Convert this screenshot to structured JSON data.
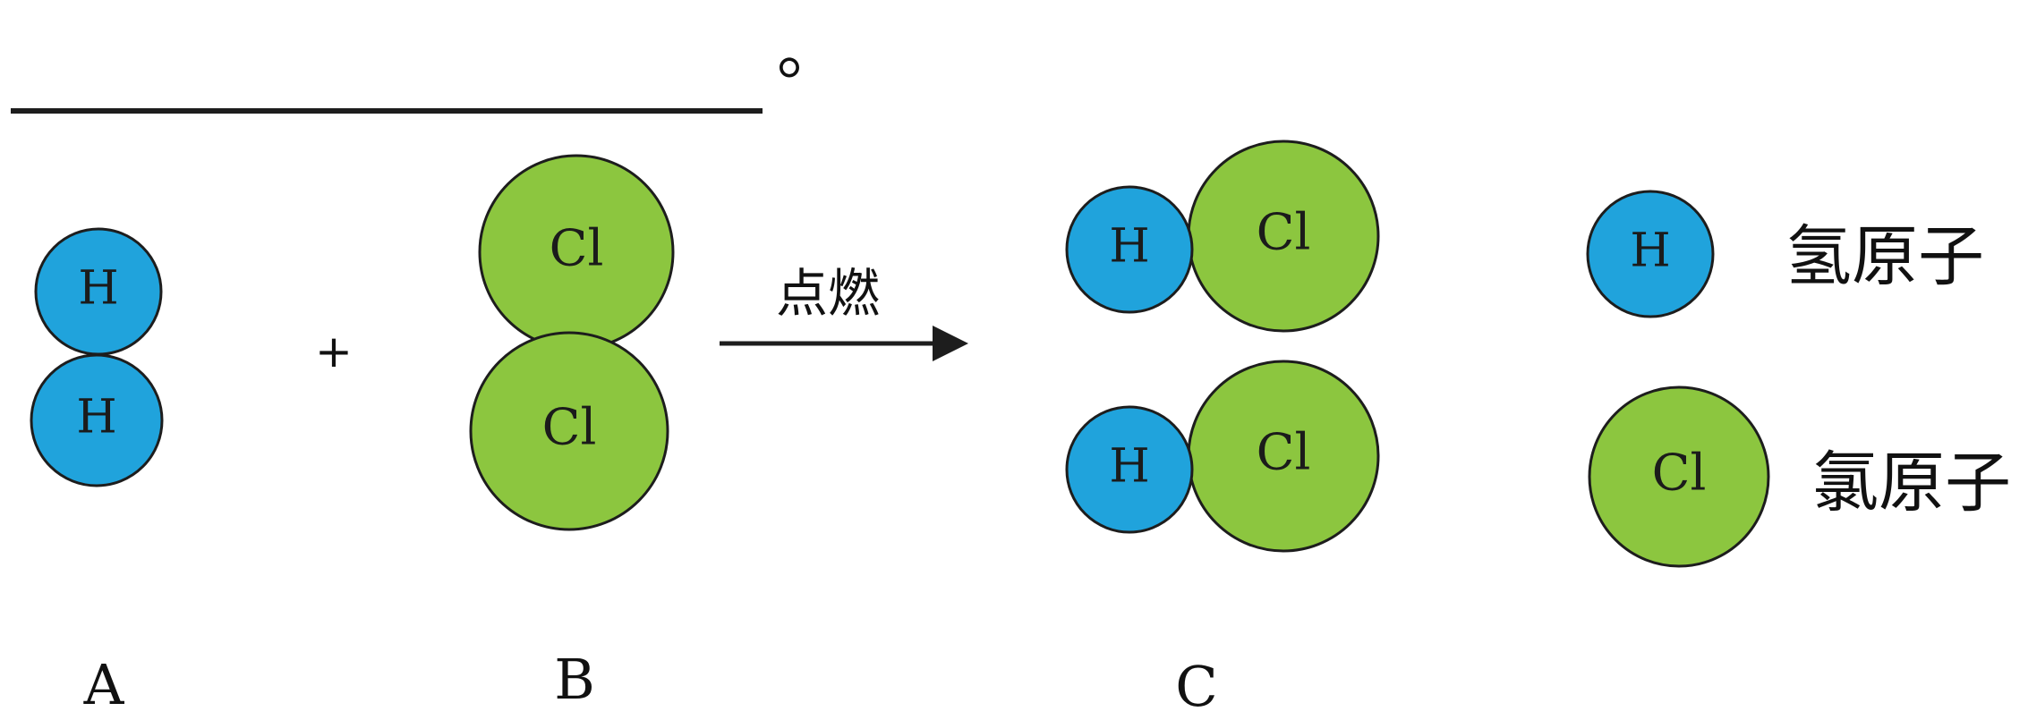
{
  "header": {
    "period": "。"
  },
  "reaction": {
    "plus": "+",
    "condition": "点燃"
  },
  "panels": {
    "a": "A",
    "b": "B",
    "c": "C"
  },
  "atoms": {
    "h_symbol": "H",
    "cl_symbol": "Cl"
  },
  "legend": {
    "hydrogen_label": "氢原子",
    "chlorine_label": "氯原子"
  },
  "colors": {
    "hydrogen": "#20a3dc",
    "chlorine": "#8cc63f",
    "outline": "#1d1d1d"
  }
}
